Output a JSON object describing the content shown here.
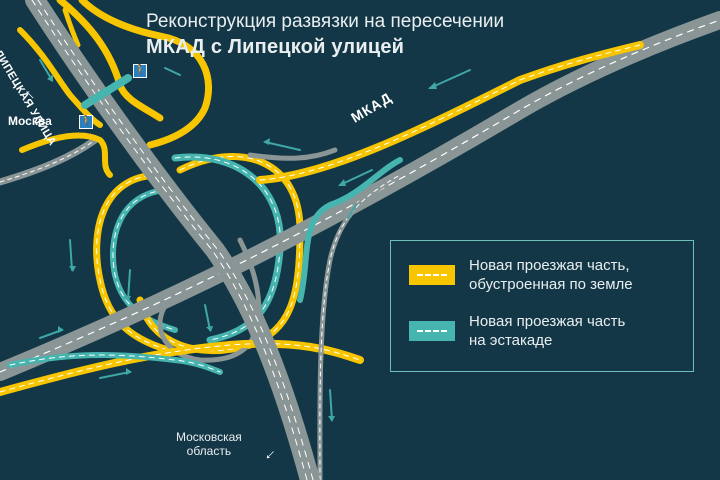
{
  "title": {
    "line1": "Реконструкция развязки на пересечении",
    "line2": "МКАД с Липецкой улицей"
  },
  "legend": {
    "items": [
      {
        "text": "Новая проезжая часть,\nобустроенная по земле",
        "color": "#f7c600"
      },
      {
        "text": "Новая проезжая часть\nна эстакаде",
        "color": "#46b5b0"
      }
    ]
  },
  "labels": {
    "moskva": "Москва",
    "oblast": "Московская\nобласть",
    "lipetskaya": "ЛИПЕЦКАЯ УЛИЦА",
    "mkad": "МКАД"
  },
  "colors": {
    "background": "#133746",
    "road_gray": "#8a9596",
    "ground_yellow": "#f7c600",
    "overpass_teal": "#46b5b0",
    "arrow_teal": "#3fa7a6",
    "legend_border": "#6fbfb9"
  },
  "icons": {
    "pedestrian_crossing": "pedestrian-icon",
    "direction_arrow": "direction-arrow-icon"
  }
}
